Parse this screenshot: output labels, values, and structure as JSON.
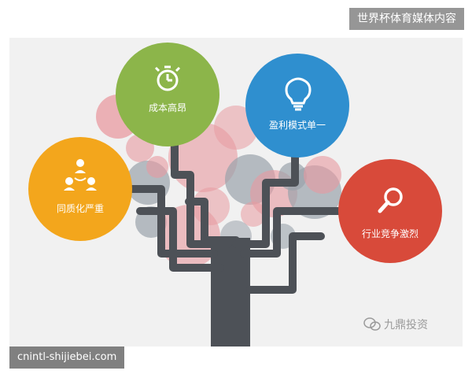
{
  "header": {
    "watermark": "世界杯体育媒体内容"
  },
  "footer": {
    "source_url": "cnintl-shijiebei.com"
  },
  "brand": {
    "name": "九鼎投资",
    "icon": "wechat-bubbles-icon"
  },
  "nodes": [
    {
      "label": "成本高昂",
      "icon": "stopwatch-icon",
      "color": "#8cb54a"
    },
    {
      "label": "盈利模式单一",
      "icon": "lightbulb-icon",
      "color": "#2f8fcf"
    },
    {
      "label": "同质化严重",
      "icon": "people-network-icon",
      "color": "#f3a61c"
    },
    {
      "label": "行业竞争激烈",
      "icon": "magnifier-icon",
      "color": "#d84a3a"
    }
  ],
  "colors": {
    "panel_bg": "#f1f1f1",
    "trunk": "#4d5157",
    "bubble_pink": "#e89aa0",
    "bubble_grey": "#9aa3ab"
  }
}
